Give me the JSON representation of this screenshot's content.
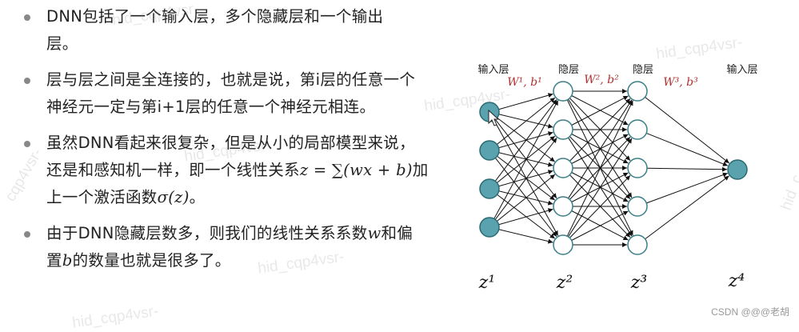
{
  "bullets": [
    {
      "text": "DNN包括了一个输入层，多个隐藏层和一个输出层。"
    },
    {
      "text": "层与层之间是全连接的，也就是说，第i层的任意一个神经元一定与第i+1层的任意一个神经元相连。"
    },
    {
      "pre": "虽然DNN看起来很复杂，但是从小的局部模型来说，还是和感知机一样，即一个线性关系",
      "m1": "z = ∑(wx + b)",
      "mid": "加上一个激活函数",
      "m2": "σ(z)",
      "post": "。"
    },
    {
      "m1": "w",
      "mid": "和偏置",
      "m2": "b",
      "post": "的数量也就是很多了。",
      "pre": "由于DNN隐藏层数多，则我们的线性关系系数"
    }
  ],
  "diagram": {
    "layer_labels": [
      "输入层",
      "隐层",
      "隐层",
      "输入层"
    ],
    "weight_labels": [
      "W¹, b¹",
      "W², b²",
      "W³, b³"
    ],
    "z_labels": [
      "z¹",
      "z²",
      "z³",
      "z⁴"
    ],
    "node_counts": [
      4,
      5,
      5,
      1
    ],
    "colors": {
      "filled": "#5aa3ae",
      "filled_stroke": "#2b6b74",
      "hollow_stroke": "#3a7f89",
      "weight": "#b03030"
    }
  },
  "watermarks": [
    "hid_cqp4vsr-",
    "hid_cqp4vsr-",
    "hid_cqp4vsr-",
    "cqp4vsr-",
    "hid_cqp4vsr-",
    "hid_cqp4vsr-",
    "hid_cqp4vsr-",
    "hid_c"
  ],
  "footer": {
    "credit": "CSDN @@@老胡"
  }
}
